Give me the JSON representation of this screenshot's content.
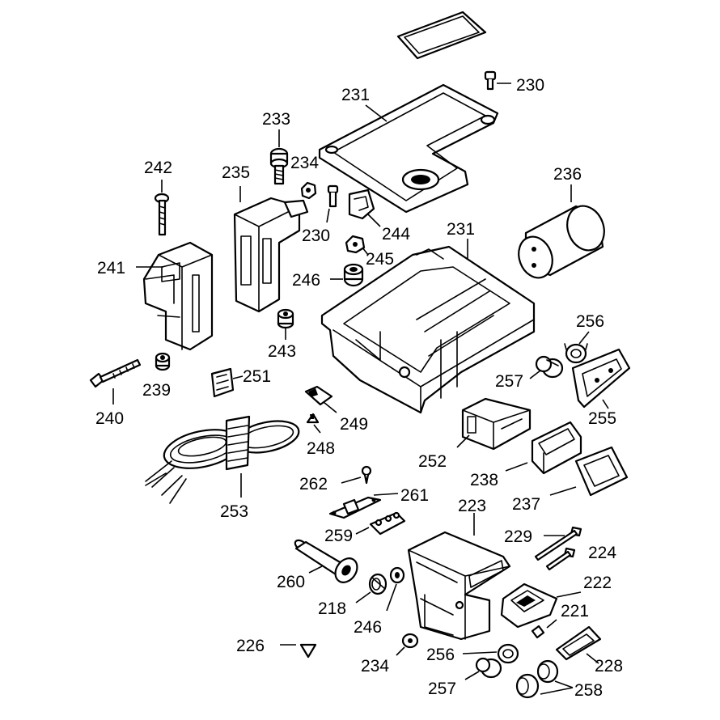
{
  "labels": {
    "l218": "218",
    "l221": "221",
    "l222": "222",
    "l223": "223",
    "l224": "224",
    "l226": "226",
    "l228": "228",
    "l229": "229",
    "l230a": "230",
    "l230b": "230",
    "l231a": "231",
    "l231b": "231",
    "l233": "233",
    "l234a": "234",
    "l234b": "234",
    "l235": "235",
    "l236": "236",
    "l237": "237",
    "l238": "238",
    "l239": "239",
    "l240": "240",
    "l241": "241",
    "l242": "242",
    "l243": "243",
    "l244": "244",
    "l245": "245",
    "l246a": "246",
    "l246b": "246",
    "l248": "248",
    "l249": "249",
    "l251": "251",
    "l252": "252",
    "l253": "253",
    "l255": "255",
    "l256a": "256",
    "l256b": "256",
    "l257a": "257",
    "l257b": "257",
    "l258": "258",
    "l259": "259",
    "l260": "260",
    "l261": "261",
    "l262": "262"
  }
}
